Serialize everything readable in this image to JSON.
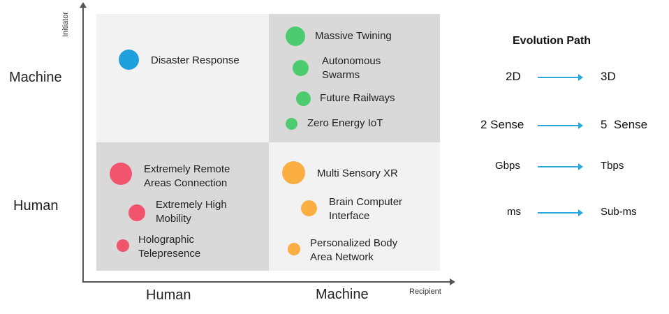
{
  "axes": {
    "y_title": "Initiator",
    "x_title": "Recipient",
    "y_top": "Machine",
    "y_bottom": "Human",
    "x_left": "Human",
    "x_right": "Machine"
  },
  "quadrants": {
    "machine_human": {
      "color": "#f2f2f2",
      "items": [
        {
          "label": "Disaster Response",
          "color": "#1ea0dc"
        }
      ]
    },
    "machine_machine": {
      "color": "#d9d9d9",
      "items": [
        {
          "label": "Massive Twining",
          "color": "#4ccb6f"
        },
        {
          "label_line1": "Autonomous",
          "label_line2": "Swarms",
          "color": "#4ccb6f"
        },
        {
          "label": "Future Railways",
          "color": "#4ccb6f"
        },
        {
          "label": "Zero Energy IoT",
          "color": "#4ccb6f"
        }
      ]
    },
    "human_human": {
      "color": "#d9d9d9",
      "items": [
        {
          "label_line1": "Extremely Remote",
          "label_line2": "Areas Connection",
          "color": "#f2546e"
        },
        {
          "label_line1": "Extremely High",
          "label_line2": "Mobility",
          "color": "#f2546e"
        },
        {
          "label_line1": "Holographic",
          "label_line2": "Telepresence",
          "color": "#f2546e"
        }
      ]
    },
    "human_machine": {
      "color": "#f2f2f2",
      "items": [
        {
          "label": "Multi Sensory XR",
          "color": "#fbae42"
        },
        {
          "label_line1": "Brain Computer",
          "label_line2": "Interface",
          "color": "#fbae42"
        },
        {
          "label_line1": "Personalized Body",
          "label_line2": "Area Network",
          "color": "#fbae42"
        }
      ]
    }
  },
  "evolution": {
    "title": "Evolution Path",
    "arrow_color": "#29a8df",
    "rows": [
      {
        "from": "2D",
        "to": "3D"
      },
      {
        "from": "2 Sense",
        "to": "5  Sense"
      },
      {
        "from": "Gbps",
        "to": "Tbps"
      },
      {
        "from": "ms",
        "to": "Sub-ms"
      }
    ]
  }
}
